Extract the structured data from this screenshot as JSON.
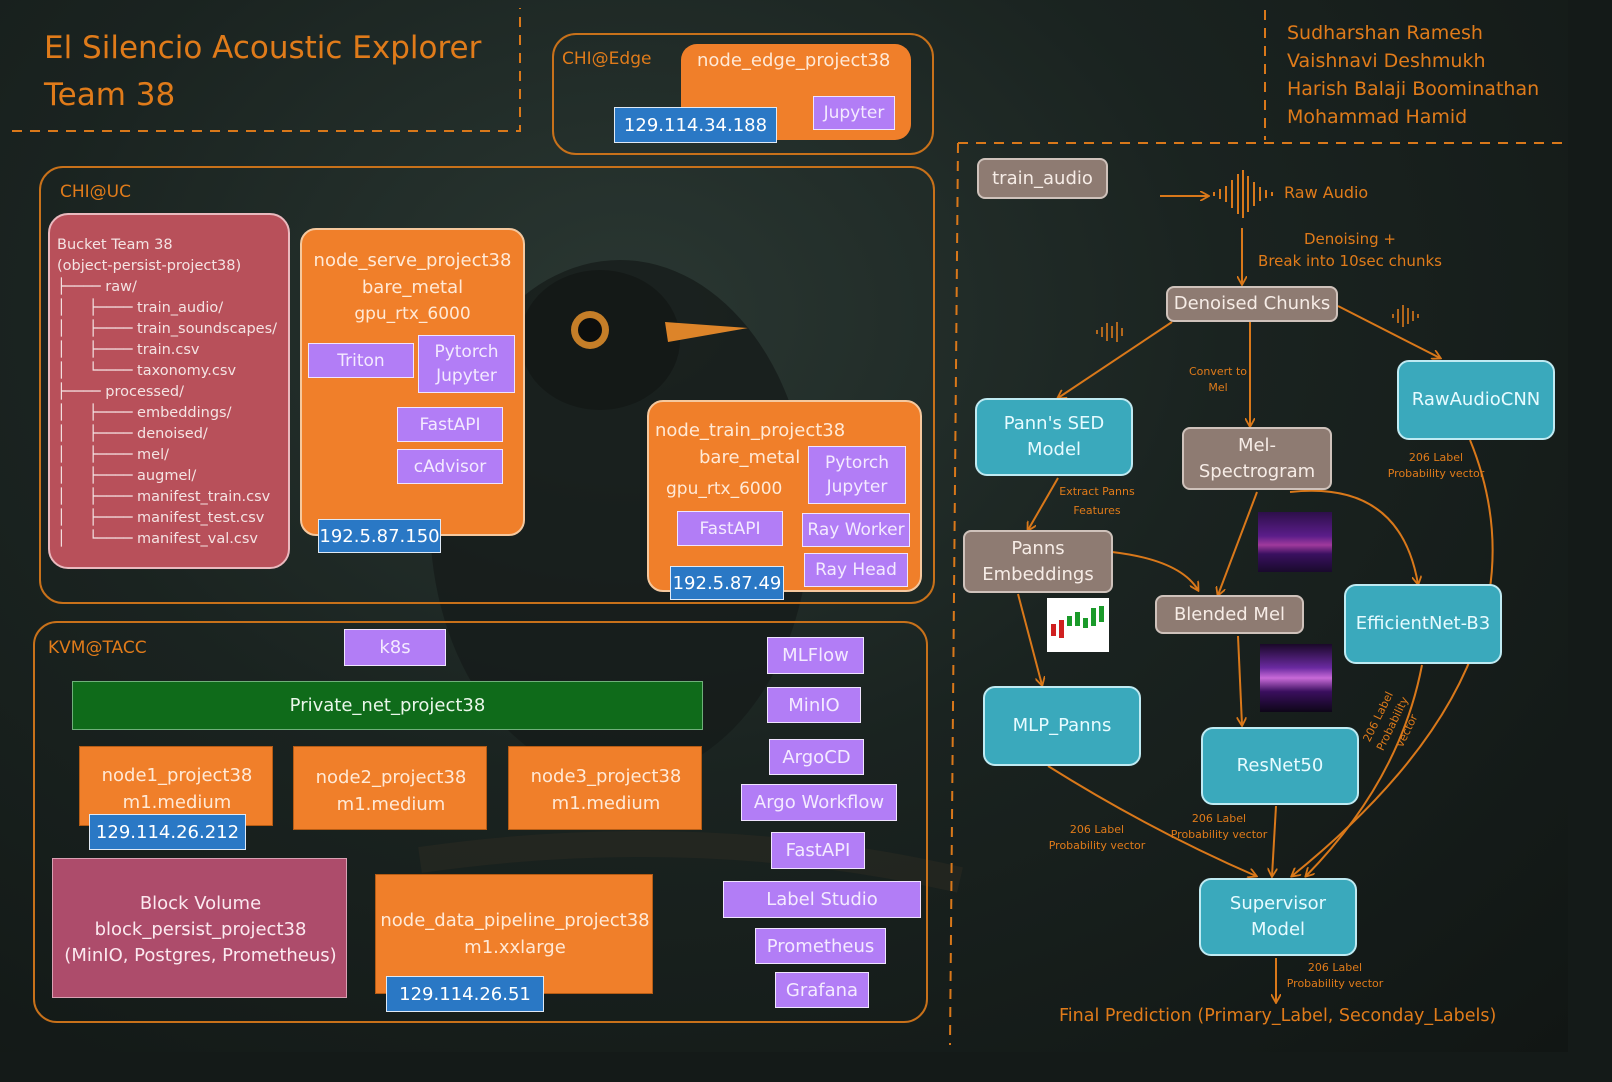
{
  "title": {
    "line1": "El Silencio Acoustic Explorer",
    "line2": "Team 38"
  },
  "authors": [
    "Sudharshan Ramesh",
    "Vaishnavi Deshmukh",
    "Harish Balaji Boominathan",
    "Mohammad Hamid"
  ],
  "colors": {
    "accent": "#e07b1a",
    "node": "#f07f2a",
    "service": "#b27df6",
    "ip": "#2a78c5",
    "model": "#3aa9bc",
    "data": "#8e7b72",
    "bucket": "#b8505a",
    "block_volume": "#ad4c6b",
    "network": "#0f6b1a"
  },
  "chi_edge": {
    "label": "CHI@Edge",
    "node": "node_edge_project38",
    "service": "Jupyter",
    "ip": "129.114.34.188"
  },
  "chi_uc": {
    "label": "CHI@UC",
    "bucket": {
      "lines": [
        "Bucket Team 38",
        "(object-persist-project38)",
        "├──── raw/",
        "│     ├──── train_audio/",
        "│     ├──── train_soundscapes/",
        "│     ├──── train.csv",
        "│     └──── taxonomy.csv",
        "├──── processed/",
        "│     ├──── embeddings/",
        "│     ├──── denoised/",
        "│     ├──── mel/",
        "│     ├──── augmel/",
        "│     ├──── manifest_train.csv",
        "│     ├──── manifest_test.csv",
        "│     └──── manifest_val.csv"
      ]
    },
    "serve": {
      "name": "node_serve_project38",
      "type": "bare_metal",
      "gpu": "gpu_rtx_6000",
      "services": [
        "Triton",
        "Pytorch\nJupyter",
        "FastAPI",
        "cAdvisor"
      ],
      "ip": "192.5.87.150"
    },
    "train": {
      "name": "node_train_project38",
      "type": "bare_metal",
      "gpu": "gpu_rtx_6000",
      "services": [
        "Pytorch\nJupyter",
        "FastAPI",
        "Ray Worker",
        "Ray Head"
      ],
      "ip": "192.5.87.49"
    }
  },
  "kvm_tacc": {
    "label": "KVM@TACC",
    "k8s": "k8s",
    "network": "Private_net_project38",
    "nodes": [
      {
        "name": "node1_project38",
        "flavor": "m1.medium",
        "ip": "129.114.26.212"
      },
      {
        "name": "node2_project38",
        "flavor": "m1.medium"
      },
      {
        "name": "node3_project38",
        "flavor": "m1.medium"
      }
    ],
    "block_volume": {
      "line1": "Block Volume",
      "line2": "block_persist_project38",
      "line3": "(MinIO, Postgres, Prometheus)"
    },
    "data_pipeline": {
      "name": "node_data_pipeline_project38",
      "flavor": "m1.xxlarge",
      "ip": "129.114.26.51"
    },
    "services": [
      "MLFlow",
      "MinIO",
      "ArgoCD",
      "Argo Workflow",
      "FastAPI",
      "Label Studio",
      "Prometheus",
      "Grafana"
    ]
  },
  "pipeline": {
    "train_audio": "train_audio",
    "raw_audio": "Raw Audio",
    "denoise_step": "Denoising +\nBreak into 10sec chunks",
    "denoised_chunks": "Denoised  Chunks",
    "convert_to_mel": "Convert to\nMel",
    "panns_sed": "Pann's SED\nModel",
    "mel_spectrogram": "Mel-\nSpectrogram",
    "raw_audio_cnn": "RawAudioCNN",
    "extract_panns": "Extract Panns\nFeatures",
    "panns_embeddings": "Panns\nEmbeddings",
    "blended_mel": "Blended Mel",
    "efficientnet": "EfficientNet-B3",
    "mlp_panns": "MLP_Panns",
    "resnet50": "ResNet50",
    "supervisor": "Supervisor\nModel",
    "prob_label": "206 Label\nProbability vector",
    "final": "Final Prediction (Primary_Label, Seconday_Labels)"
  }
}
